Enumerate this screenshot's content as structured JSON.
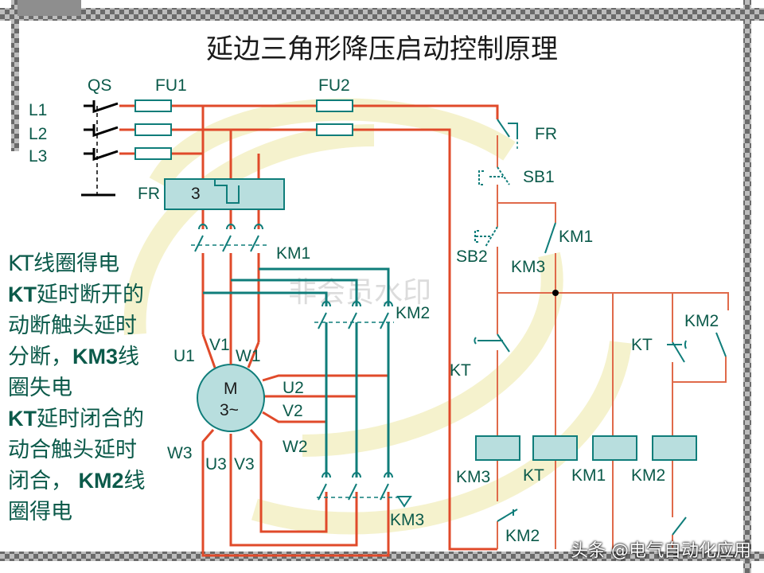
{
  "title": "延边三角形降压启动控制原理",
  "explanation": [
    {
      "parts": [
        {
          "t": "KT线圈得电",
          "b": false
        }
      ]
    },
    {
      "parts": [
        {
          "t": "KT",
          "b": true
        },
        {
          "t": "延时断开的",
          "b": false
        }
      ]
    },
    {
      "parts": [
        {
          "t": "动断触头延时",
          "b": false
        }
      ]
    },
    {
      "parts": [
        {
          "t": "分断，",
          "b": false
        },
        {
          "t": "KM3",
          "b": true
        },
        {
          "t": "线",
          "b": false
        }
      ]
    },
    {
      "parts": [
        {
          "t": "圈失电",
          "b": false
        }
      ]
    },
    {
      "parts": [
        {
          "t": "KT",
          "b": true
        },
        {
          "t": "延时闭合的",
          "b": false
        }
      ]
    },
    {
      "parts": [
        {
          "t": "动合触头延时",
          "b": false
        }
      ]
    },
    {
      "parts": [
        {
          "t": "闭合，",
          "b": false
        },
        {
          "t": " KM2",
          "b": true
        },
        {
          "t": "线",
          "b": false
        }
      ]
    },
    {
      "parts": [
        {
          "t": "圈得电",
          "b": false
        }
      ]
    }
  ],
  "labels": {
    "qs": "QS",
    "fu1": "FU1",
    "fu2": "FU2",
    "l1": "L1",
    "l2": "L2",
    "l3": "L3",
    "fr_main": "FR",
    "fr_three": "3",
    "km1_main": "KM1",
    "km2_main": "KM2",
    "km3_main": "KM3",
    "u1": "U1",
    "v1": "V1",
    "w1": "W1",
    "u2": "U2",
    "v2": "V2",
    "w2": "W2",
    "u3": "U3",
    "v3": "V3",
    "w3": "W3",
    "motor_m": "M",
    "motor_phase": "3~",
    "fr_ctrl": "FR",
    "sb1": "SB1",
    "sb2": "SB2",
    "km1_hold": "KM1",
    "km3_ctrl": "KM3",
    "km2_ctrl": "KM2",
    "kt_ctrl": "KT",
    "kt_left": "KT",
    "coil_km3": "KM3",
    "coil_kt": "KT",
    "coil_km1": "KM1",
    "coil_km2": "KM2",
    "km2_bottom": "KM2"
  },
  "watermark": "非会员水印",
  "credit": "头条 @电气自动化应用",
  "colors": {
    "power": "#e04a2a",
    "ctrl": "#e06a4a",
    "teal": "#0f7d7a",
    "label": "#0b5a4a",
    "coil": "#b8dede"
  }
}
